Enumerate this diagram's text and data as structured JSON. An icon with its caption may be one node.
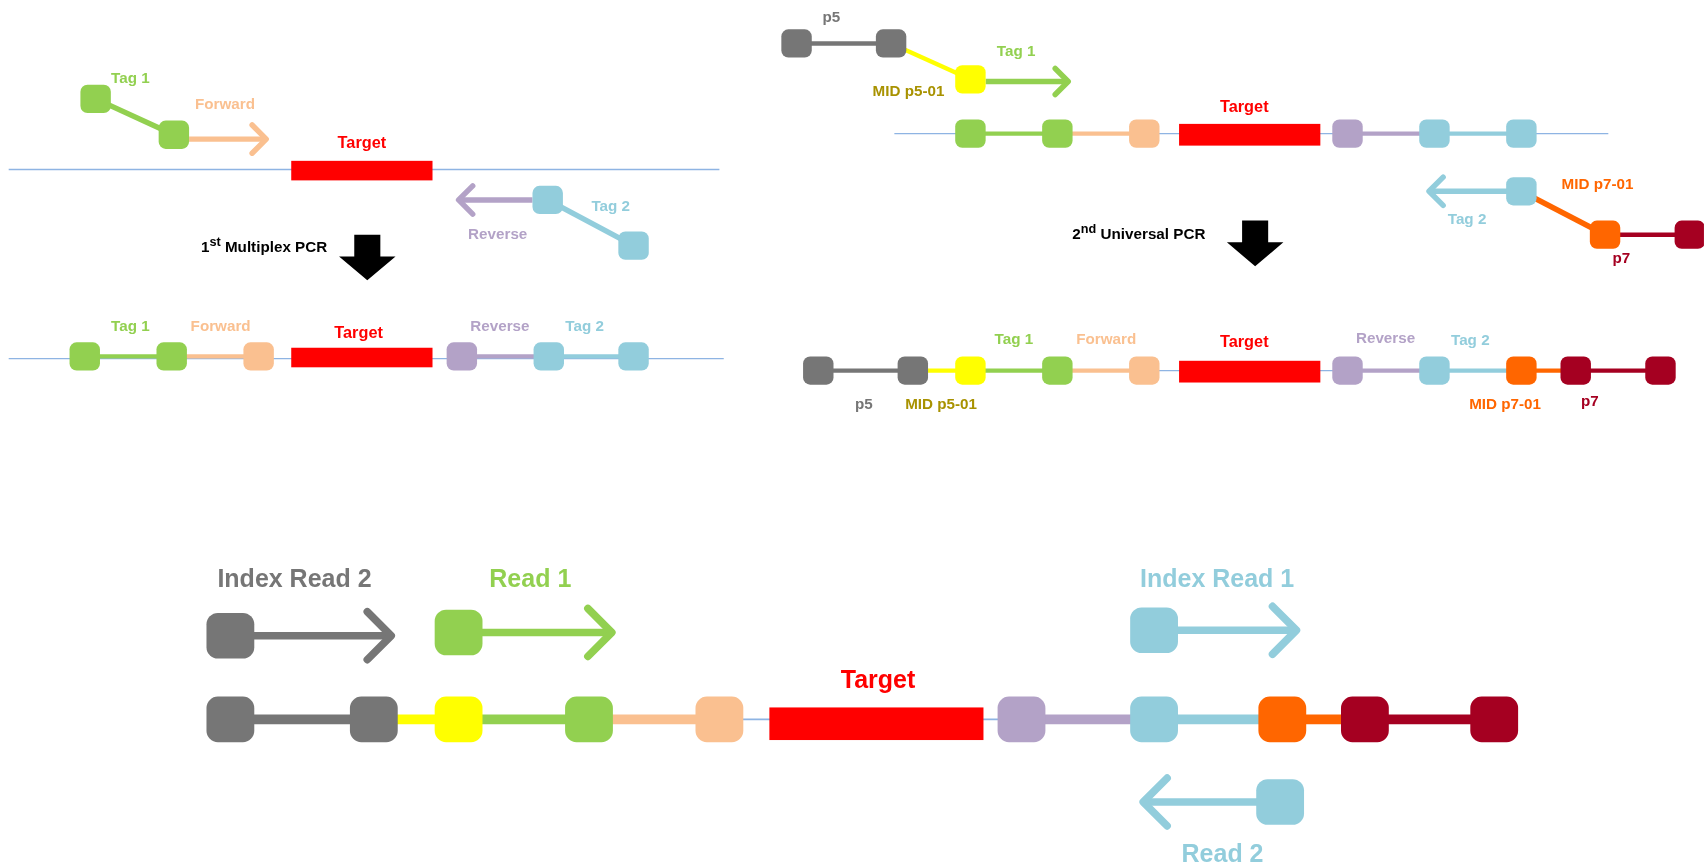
{
  "diagram": {
    "labels": [
      "Tag 1",
      "Forward",
      "Target",
      "Tag 2",
      "Reverse",
      "1$^{st}$ Multiplex PCR",
      "Tag 1",
      "Forward",
      "Target",
      "Reverse",
      "Tag 2",
      "p5",
      "Tag 1",
      "MID p5-01",
      "Target",
      "MID p7-01",
      "Tag 2",
      "p7",
      "2$^{nd}$ Universal PCR",
      "Tag 1",
      "Forward",
      "Target",
      "Reverse",
      "Tag 2",
      "p5",
      "MID p5-01",
      "MID p7-01",
      "p7",
      "Index Read 2",
      "Read 1",
      "Index Read 1",
      "Target",
      "Read 2"
    ]
  }
}
